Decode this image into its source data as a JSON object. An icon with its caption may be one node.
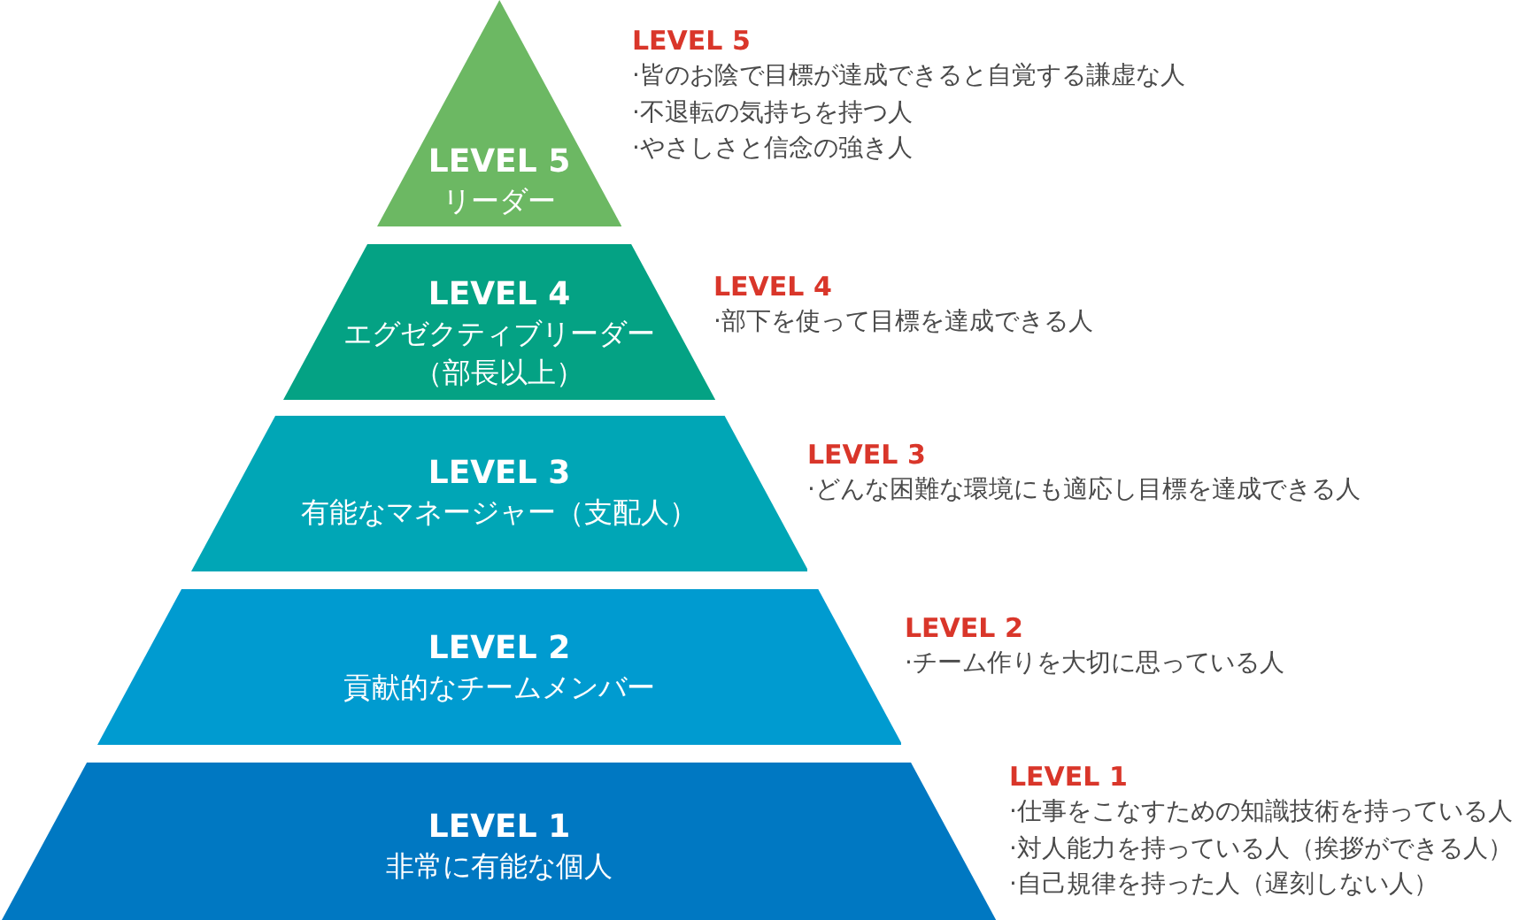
{
  "diagram": {
    "nodes": [
      {
        "text": [
          "LEVEL 5",
          "リーダー"
        ],
        "beside": [
          "LEVEL 5",
          "·皆のお陰で目標が達成できると自覚する謙虚な人",
          "·不退転の気持ちを持つ人",
          "·やさしさと信念の強き人"
        ]
      },
      {
        "text": [
          "LEVEL 4",
          "エグゼクティブリーダー（部長以上）"
        ],
        "beside": [
          "LEVEL 4",
          "·部下を使って目標を達成できる人"
        ]
      },
      {
        "text": [
          "LEVEL 3",
          "有能なマネージャー（支配人）"
        ],
        "beside": [
          "LEVEL 3",
          "·どんな困難な環境にも適応し目標を達成できる人"
        ]
      },
      {
        "text": [
          "LEVEL 2",
          "貢献的なチームメンバー"
        ],
        "beside": [
          "LEVEL 2",
          "·チーム作りを大切に思っている人"
        ]
      },
      {
        "text": [
          "LEVEL 1",
          "非常に有能な個人"
        ],
        "beside": [
          "LEVEL 1",
          "·仕事をこなすための知識技術を持っている人",
          "·対人能力を持っている人（挨拶ができる人）",
          "·自己規律を持った人（遅刻しない人）"
        ]
      }
    ]
  }
}
